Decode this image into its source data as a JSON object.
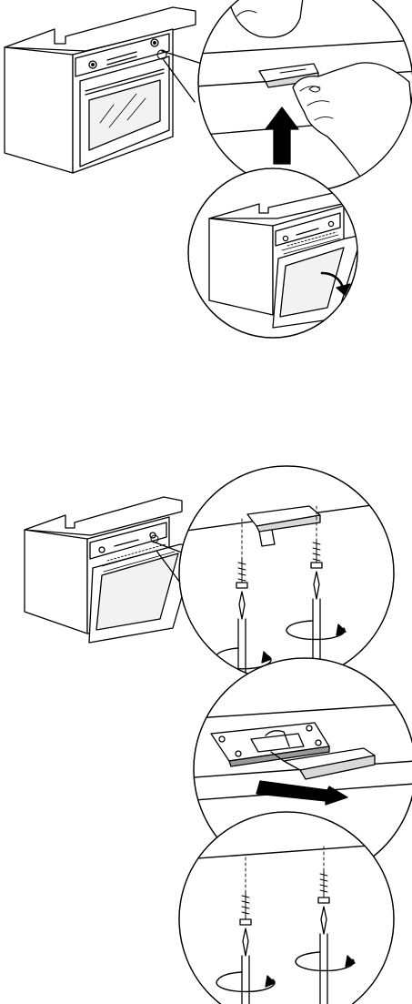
{
  "figure": {
    "panels": [
      {
        "name": "remove-door-lock",
        "callouts": [
          "lock-closeup-with-hand",
          "oven-door-opening"
        ],
        "motion": [
          "arrow-up",
          "door-open-arrow"
        ]
      },
      {
        "name": "install-door-lock",
        "callouts": [
          "screw-removal",
          "lock-bracket-slide-in",
          "screw-installation"
        ],
        "motion": [
          "rotate-ccw-arrow",
          "slide-arrow"
        ]
      }
    ],
    "colors": {
      "ink": "#000000",
      "paper": "#ffffff",
      "shade": "#d9d9d9",
      "midshade": "#9a9a9a"
    },
    "icons": [
      "oven-icon",
      "hand-icon",
      "screw-icon",
      "screwdriver-icon",
      "arrow-icon"
    ]
  }
}
